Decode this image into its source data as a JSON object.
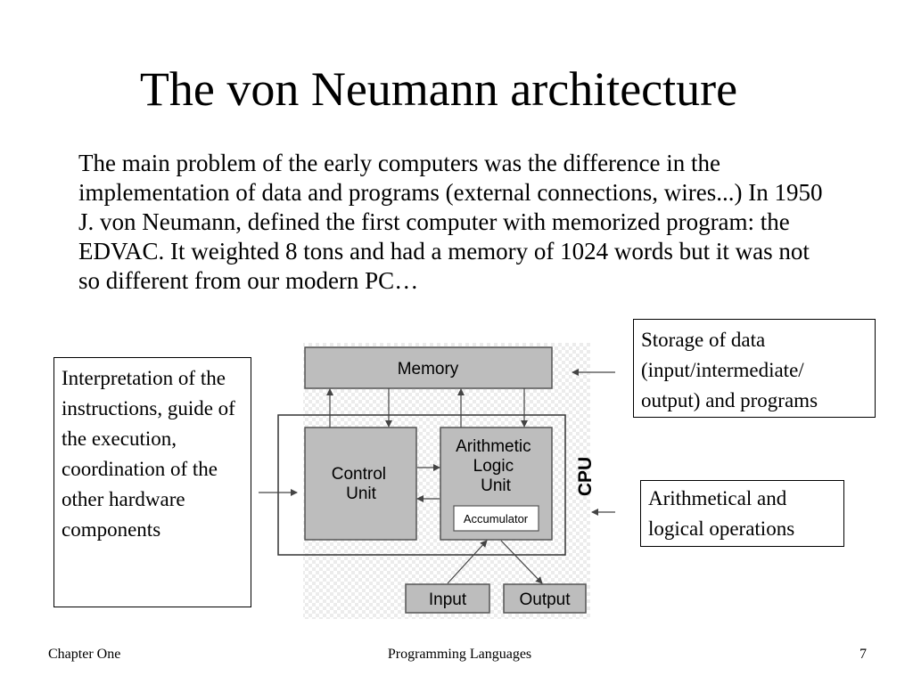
{
  "slide": {
    "title": "The von Neumann architecture",
    "body": "The main problem of the early computers was the difference in the implementation of data and programs (external connections, wires...) In 1950 J. von Neumann, defined the first computer with memorized program: the EDVAC. It weighted 8 tons and had a memory of 1024 words but it was not so different from our modern PC…"
  },
  "callouts": {
    "control": "Interpretation of the instructions, guide of the execution, coordination of the other hardware components",
    "storage": "Storage of data (input/intermediate/ output) and programs",
    "alu": "Arithmetical and logical operations"
  },
  "diagram": {
    "memory": "Memory",
    "control_unit": [
      "Control",
      "Unit"
    ],
    "alu": [
      "Arithmetic",
      "Logic",
      "Unit"
    ],
    "accumulator": "Accumulator",
    "cpu": "CPU",
    "input": "Input",
    "output": "Output"
  },
  "footer": {
    "left": "Chapter One",
    "center": "Programming Languages",
    "page": "7"
  },
  "colors": {
    "box_fill": "#bdbdbd",
    "box_stroke": "#555555",
    "checker": "#ececec"
  }
}
